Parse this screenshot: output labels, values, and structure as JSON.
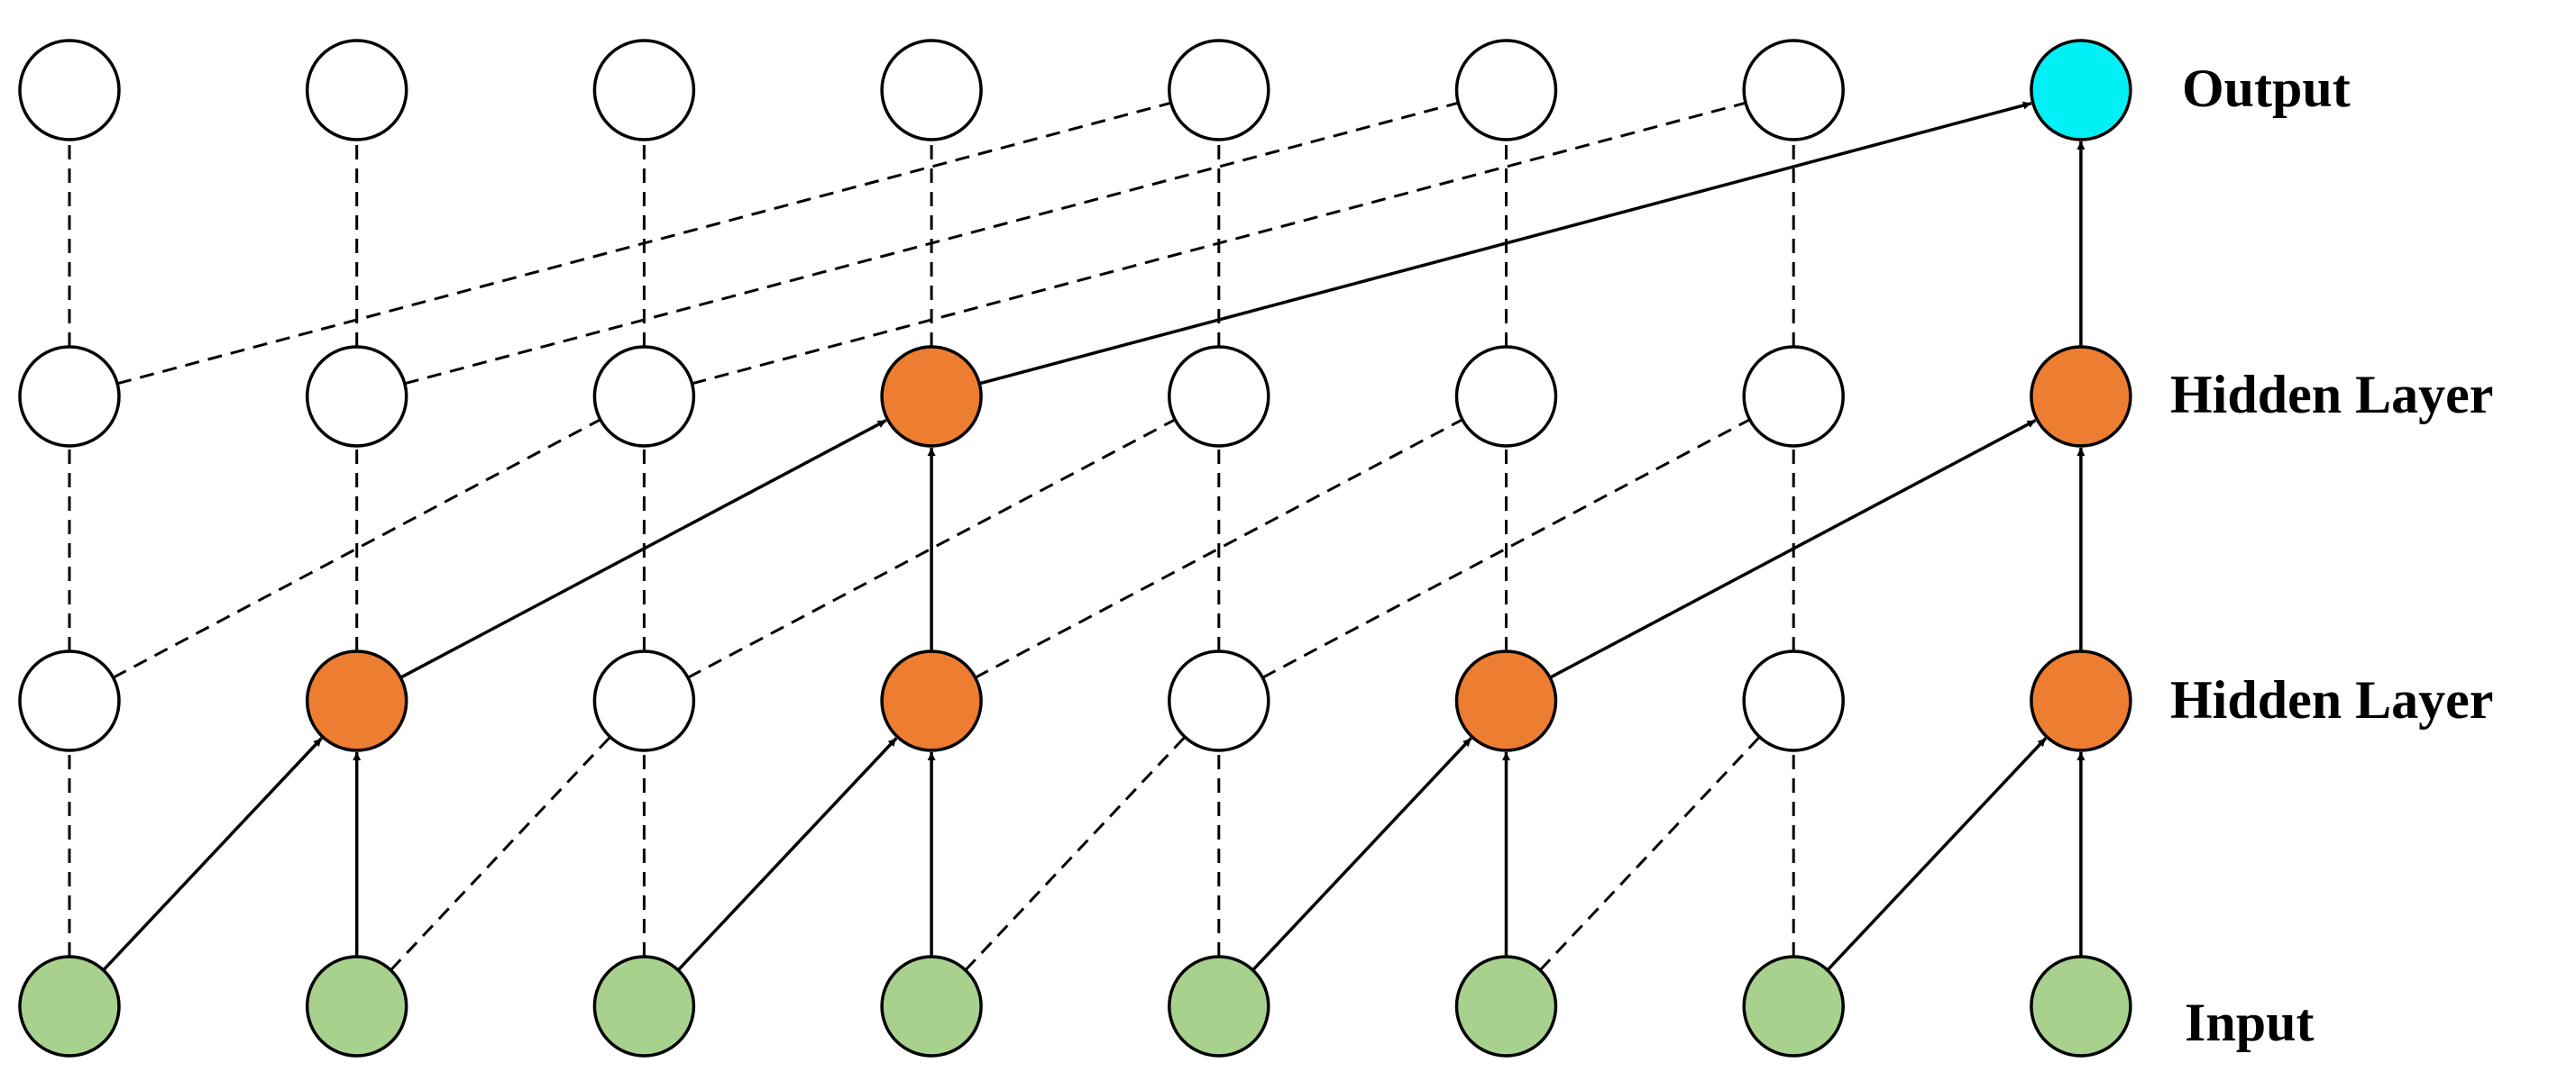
{
  "labels": {
    "output": "Output",
    "hidden_layer_2": "Hidden Layer",
    "hidden_layer_1": "Hidden Layer",
    "input": "Input"
  },
  "colors": {
    "input_node": "#a9d18e",
    "active_hidden_node": "#ed7d31",
    "output_node": "#00f0f5",
    "inactive_node": "#ffffff",
    "stroke": "#000000"
  },
  "network": {
    "columns": 8,
    "rows": [
      "output",
      "hidden_layer_2",
      "hidden_layer_1",
      "input"
    ],
    "active_nodes": {
      "input": [
        0,
        1,
        2,
        3,
        4,
        5,
        6,
        7
      ],
      "hidden_layer_1": [
        1,
        3,
        5,
        7
      ],
      "hidden_layer_2": [
        3,
        7
      ],
      "output": [
        7
      ]
    },
    "active_edges": [
      {
        "from": [
          "input",
          0
        ],
        "to": [
          "hidden_layer_1",
          1
        ]
      },
      {
        "from": [
          "input",
          1
        ],
        "to": [
          "hidden_layer_1",
          1
        ]
      },
      {
        "from": [
          "input",
          2
        ],
        "to": [
          "hidden_layer_1",
          3
        ]
      },
      {
        "from": [
          "input",
          3
        ],
        "to": [
          "hidden_layer_1",
          3
        ]
      },
      {
        "from": [
          "input",
          4
        ],
        "to": [
          "hidden_layer_1",
          5
        ]
      },
      {
        "from": [
          "input",
          5
        ],
        "to": [
          "hidden_layer_1",
          5
        ]
      },
      {
        "from": [
          "input",
          6
        ],
        "to": [
          "hidden_layer_1",
          7
        ]
      },
      {
        "from": [
          "input",
          7
        ],
        "to": [
          "hidden_layer_1",
          7
        ]
      },
      {
        "from": [
          "hidden_layer_1",
          1
        ],
        "to": [
          "hidden_layer_2",
          3
        ]
      },
      {
        "from": [
          "hidden_layer_1",
          3
        ],
        "to": [
          "hidden_layer_2",
          3
        ]
      },
      {
        "from": [
          "hidden_layer_1",
          5
        ],
        "to": [
          "hidden_layer_2",
          7
        ]
      },
      {
        "from": [
          "hidden_layer_1",
          7
        ],
        "to": [
          "hidden_layer_2",
          7
        ]
      },
      {
        "from": [
          "hidden_layer_2",
          3
        ],
        "to": [
          "output",
          7
        ]
      },
      {
        "from": [
          "hidden_layer_2",
          7
        ],
        "to": [
          "output",
          7
        ]
      }
    ]
  }
}
